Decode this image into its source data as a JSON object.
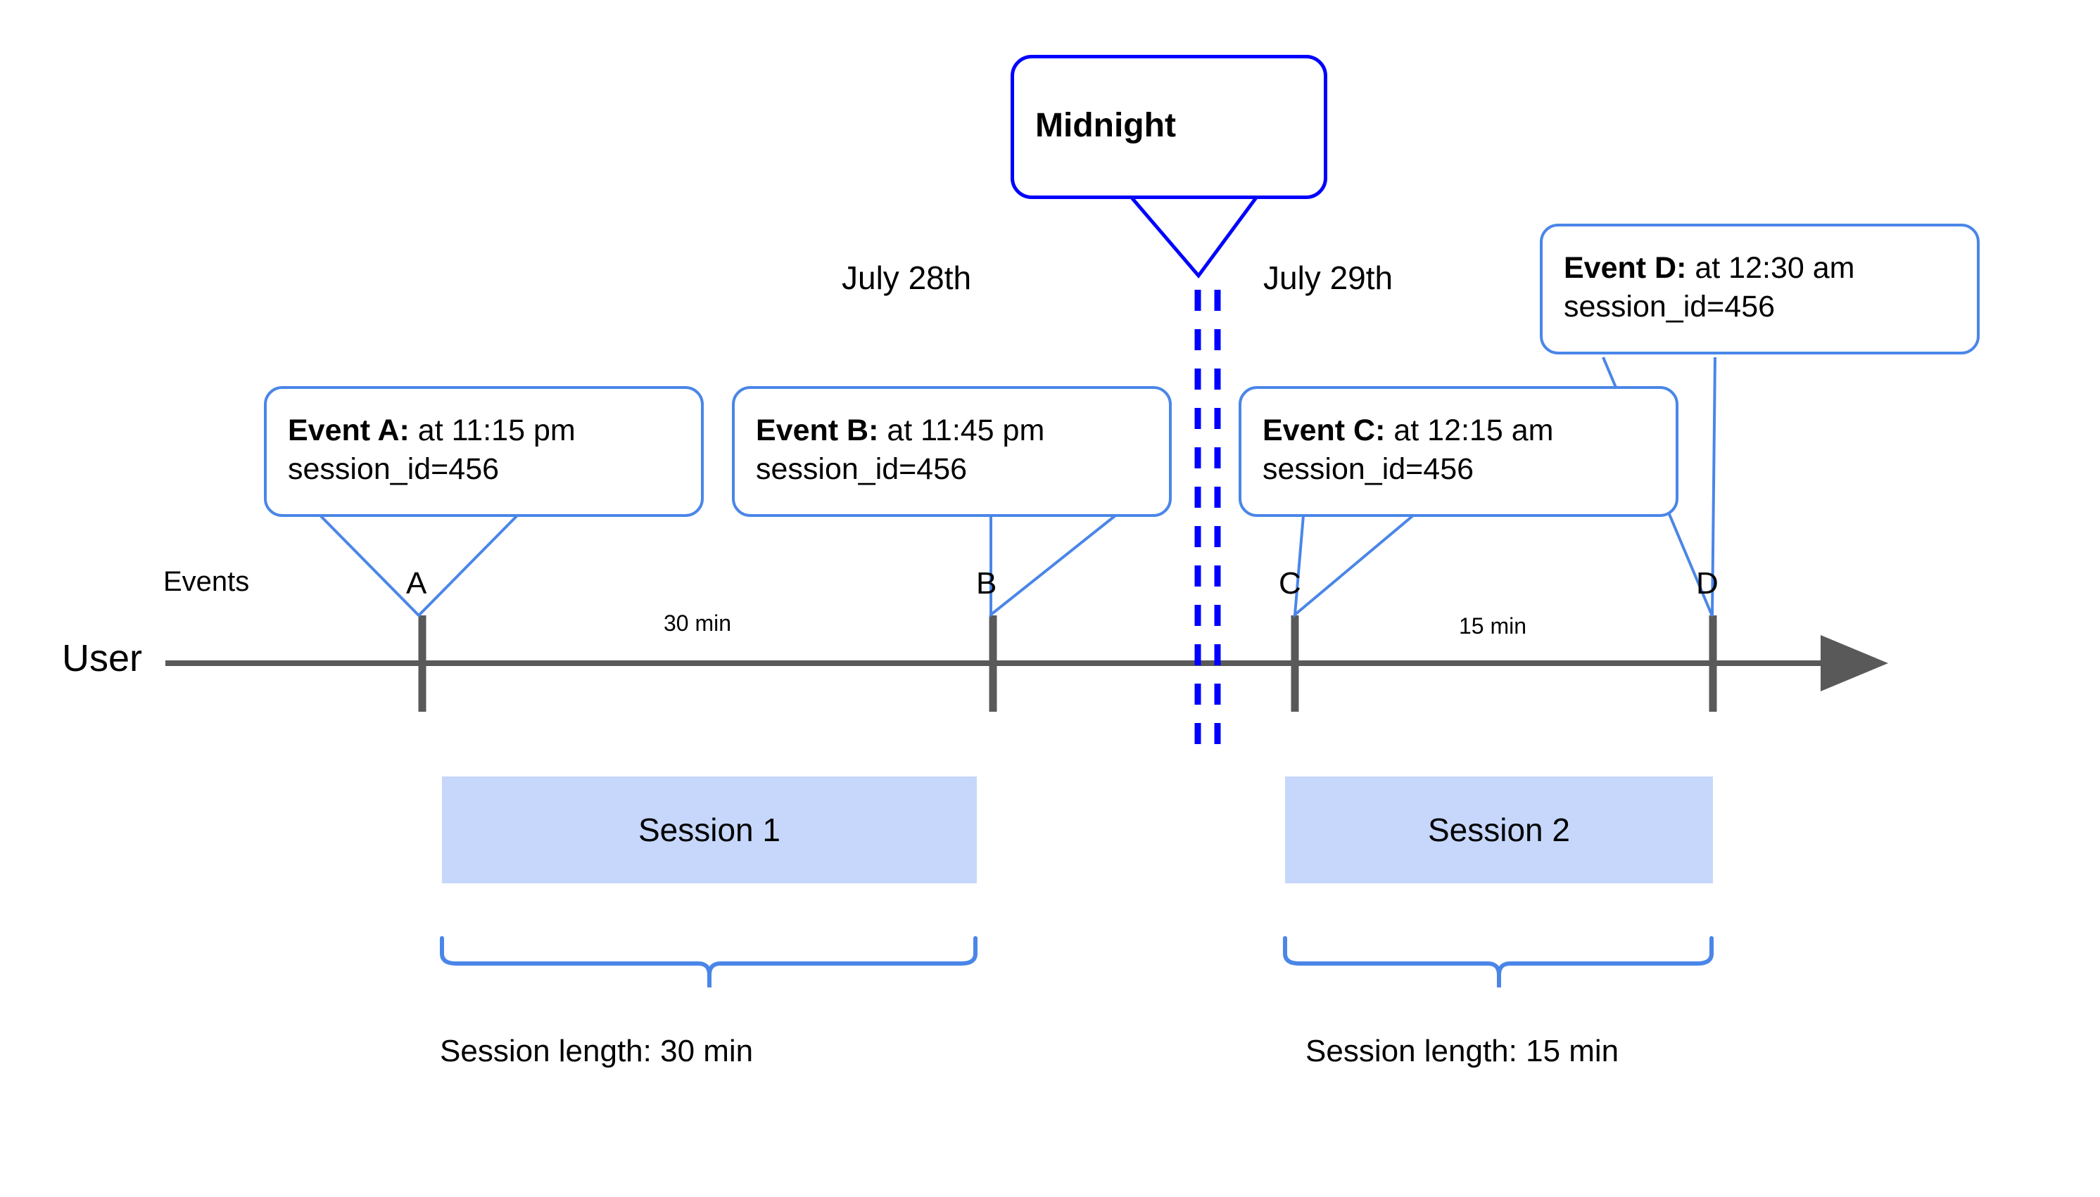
{
  "diagram": {
    "title": "Session splitting across midnight timeline",
    "colors": {
      "callout_border": "#4a86e8",
      "midnight_border": "#0000ff",
      "midnight_dash": "#0000ff",
      "session_fill": "#c6d7fb",
      "axis": "#595959",
      "brace": "#4a86e8",
      "text": "#000000"
    }
  },
  "axis": {
    "row_label": "User",
    "events_label": "Events",
    "ticks": [
      {
        "name": "A"
      },
      {
        "name": "B"
      },
      {
        "name": "C"
      },
      {
        "name": "D"
      }
    ],
    "durations": [
      {
        "label": "30 min",
        "from": "A",
        "to": "B"
      },
      {
        "label": "15 min",
        "from": "C",
        "to": "D"
      }
    ]
  },
  "dates": [
    {
      "label": "July 28th"
    },
    {
      "label": "July 29th"
    }
  ],
  "midnight": {
    "label": "Midnight"
  },
  "callouts": [
    {
      "id": "A",
      "title": "Event A:",
      "time": " at 11:15 pm",
      "detail": "session_id=456"
    },
    {
      "id": "B",
      "title": "Event B:",
      "time": " at 11:45 pm",
      "detail": "session_id=456"
    },
    {
      "id": "C",
      "title": "Event C:",
      "time": " at 12:15 am",
      "detail": "session_id=456"
    },
    {
      "id": "D",
      "title": "Event D:",
      "time": " at 12:30 am",
      "detail": "session_id=456"
    }
  ],
  "sessions": [
    {
      "label": "Session 1",
      "length_label": "Session length: 30 min"
    },
    {
      "label": "Session 2",
      "length_label": "Session length: 15 min"
    }
  ]
}
